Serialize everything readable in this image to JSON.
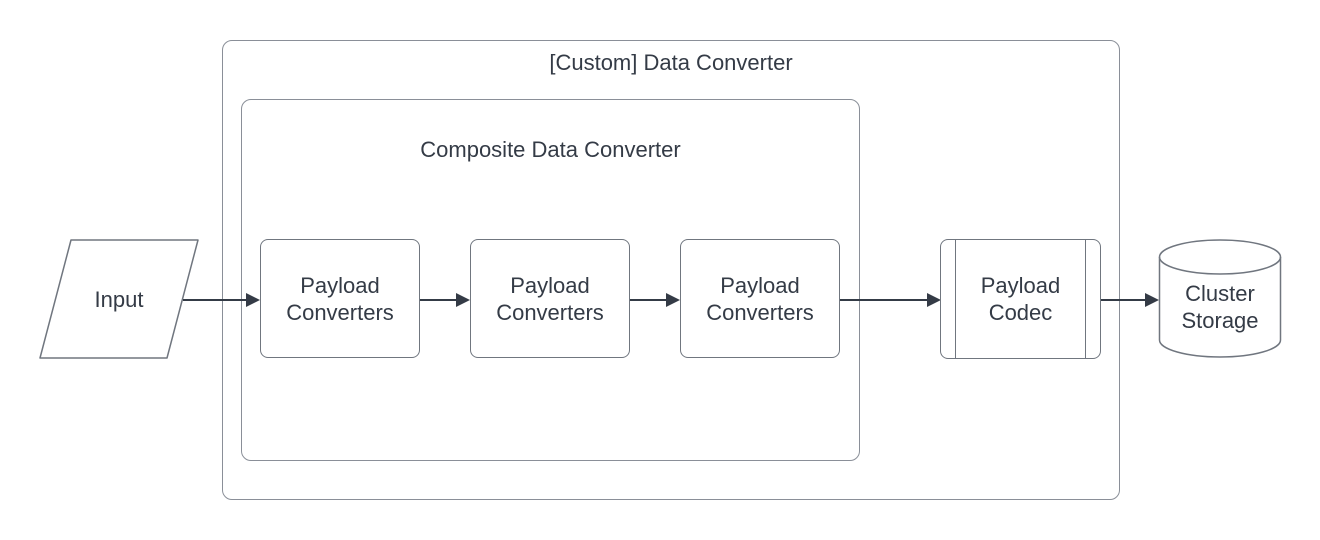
{
  "diagram_type": "flowchart",
  "containers": {
    "outer": {
      "label": "[Custom] Data Converter"
    },
    "inner": {
      "label": "Composite Data Converter"
    }
  },
  "nodes": {
    "input": {
      "label": "Input",
      "shape": "parallelogram"
    },
    "payload_converters_1": {
      "label": "Payload\nConverters",
      "shape": "rounded-rectangle"
    },
    "payload_converters_2": {
      "label": "Payload\nConverters",
      "shape": "rounded-rectangle"
    },
    "payload_converters_3": {
      "label": "Payload\nConverters",
      "shape": "rounded-rectangle"
    },
    "payload_codec": {
      "label": "Payload\nCodec",
      "shape": "predefined-process"
    },
    "cluster_storage": {
      "label": "Cluster\nStorage",
      "shape": "cylinder"
    }
  },
  "edges": [
    {
      "from": "input",
      "to": "payload_converters_1"
    },
    {
      "from": "payload_converters_1",
      "to": "payload_converters_2"
    },
    {
      "from": "payload_converters_2",
      "to": "payload_converters_3"
    },
    {
      "from": "payload_converters_3",
      "to": "payload_codec"
    },
    {
      "from": "payload_codec",
      "to": "cluster_storage"
    }
  ],
  "colors": {
    "background": "#ffffff",
    "container_stroke": "#8a8f98",
    "node_stroke": "#70767f",
    "arrow": "#343b46",
    "text": "#343b46"
  }
}
